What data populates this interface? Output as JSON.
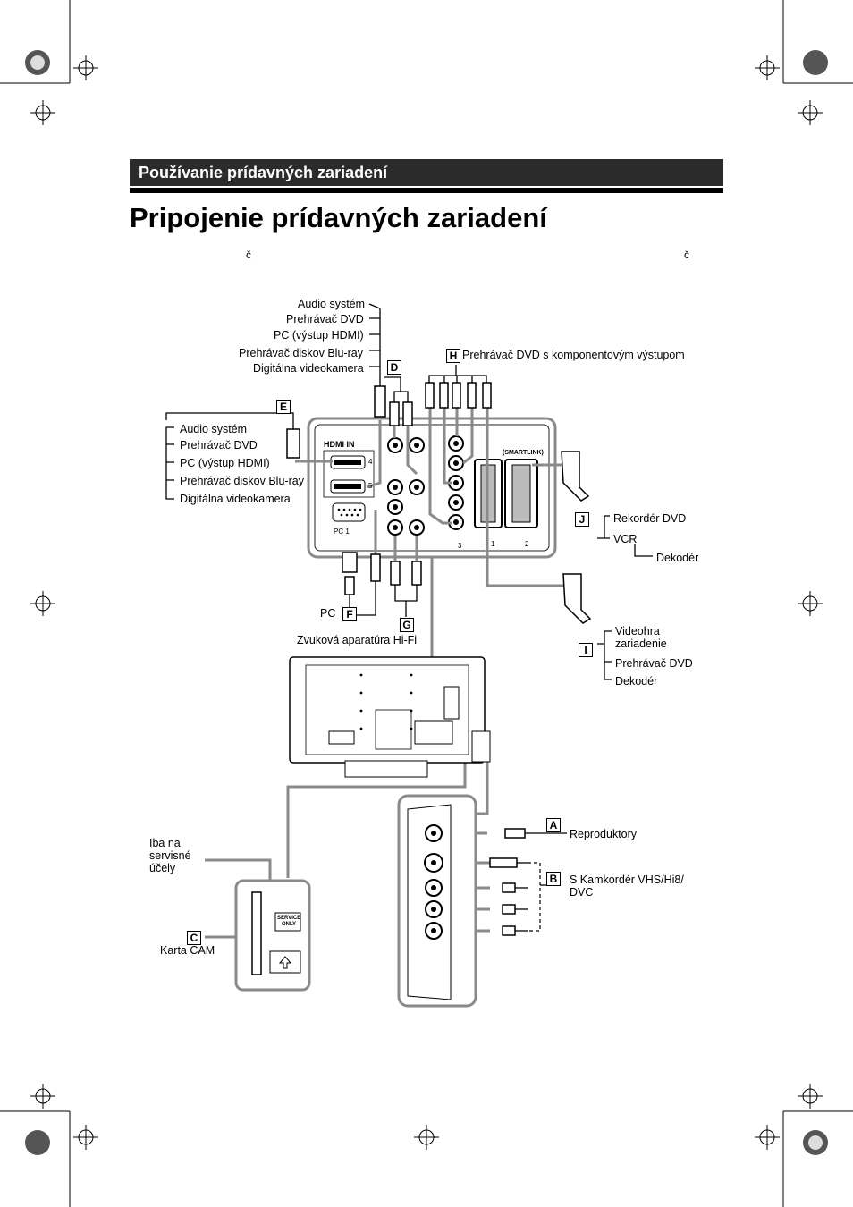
{
  "header": {
    "section_title": "Používanie prídavných zariadení",
    "page_title": "Pripojenie prídavných zariadení",
    "stray_glyph_left": "č",
    "stray_glyph_right": "č"
  },
  "diagram": {
    "group_d": {
      "badge": "D",
      "items": [
        "Audio systém",
        "Prehrávač DVD",
        "PC (výstup HDMI)",
        "Prehrávač diskov Blu-ray",
        "Digitálna videokamera"
      ]
    },
    "group_e": {
      "badge": "E",
      "items": [
        "Audio systém",
        "Prehrávač DVD",
        "PC (výstup HDMI)",
        "Prehrávač diskov Blu-ray",
        "Digitálna videokamera"
      ]
    },
    "group_h": {
      "badge": "H",
      "label": "Prehrávač DVD s komponentovým výstupom"
    },
    "group_j": {
      "badge": "J",
      "items": [
        "Rekordér DVD",
        "VCR"
      ],
      "sub": "Dekodér"
    },
    "group_i": {
      "badge": "I",
      "items": [
        "Videohra zariadenie",
        "Prehrávač DVD",
        "Dekodér"
      ]
    },
    "group_f": {
      "badge": "F",
      "label": "PC"
    },
    "group_g": {
      "badge": "G",
      "label": "Zvuková aparatúra Hi-Fi"
    },
    "group_a": {
      "badge": "A",
      "label": "Reproduktory"
    },
    "group_b": {
      "badge": "B",
      "label": "S Kamkordér VHS/Hi8/ DVC"
    },
    "group_c": {
      "badge": "C",
      "label": "Karta CAM"
    },
    "service_label": "Iba na servisné účely",
    "panel_labels": {
      "hdmi_in": "HDMI IN",
      "hdmi_4": "4",
      "hdmi_5": "5",
      "pc_in": "PC 1",
      "smartlink": "(SMARTLINK)",
      "service_only": "SERVICE ONLY",
      "scart_1": "1",
      "scart_2": "2",
      "comp_3": "3"
    }
  }
}
